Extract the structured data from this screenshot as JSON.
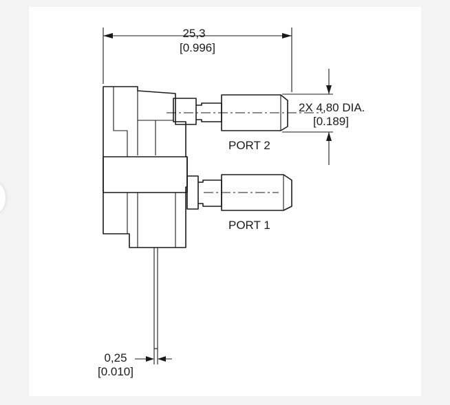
{
  "dimensions": {
    "overall_length": {
      "metric": "25,3",
      "imperial": "[0.996]"
    },
    "port_diameter": {
      "metric": "2X 4,80 DIA.",
      "imperial": "[0.189]"
    },
    "lead_width": {
      "metric": "0,25",
      "imperial": "[0.010]"
    }
  },
  "ports": {
    "port2": "PORT 2",
    "port1": "PORT 1"
  },
  "colors": {
    "background": "#f3f3f3",
    "paper": "#ffffff",
    "ink": "#1a1a1a"
  }
}
